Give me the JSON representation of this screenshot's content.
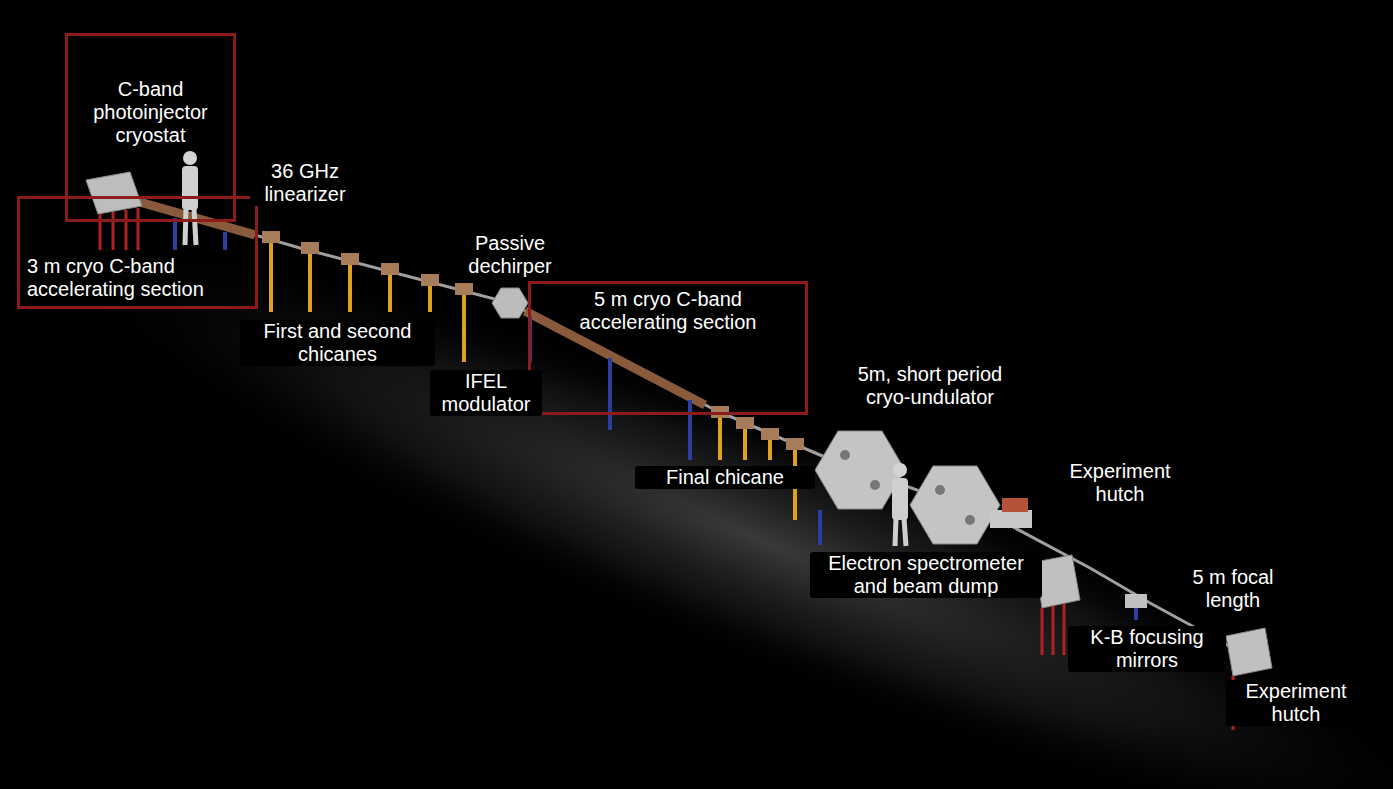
{
  "diagram": {
    "nodes": [
      {
        "text": [
          "C-band photoinjector cryostat"
        ]
      },
      {
        "text": [
          "3 m cryo C-band accelerating section"
        ]
      },
      {
        "text": [
          "5 m cryo C-band accelerating section"
        ]
      }
    ],
    "labels": [
      "36 GHz linearizer",
      "Passive dechirper",
      "First and second chicanes",
      "IFEL modulator",
      "5m, short period cryo-undulator",
      "Final chicane",
      "Electron spectrometer and beam dump",
      "Experiment hutch",
      "K-B focusing mirrors",
      "5 m focal length",
      "Experiment hutch"
    ]
  }
}
